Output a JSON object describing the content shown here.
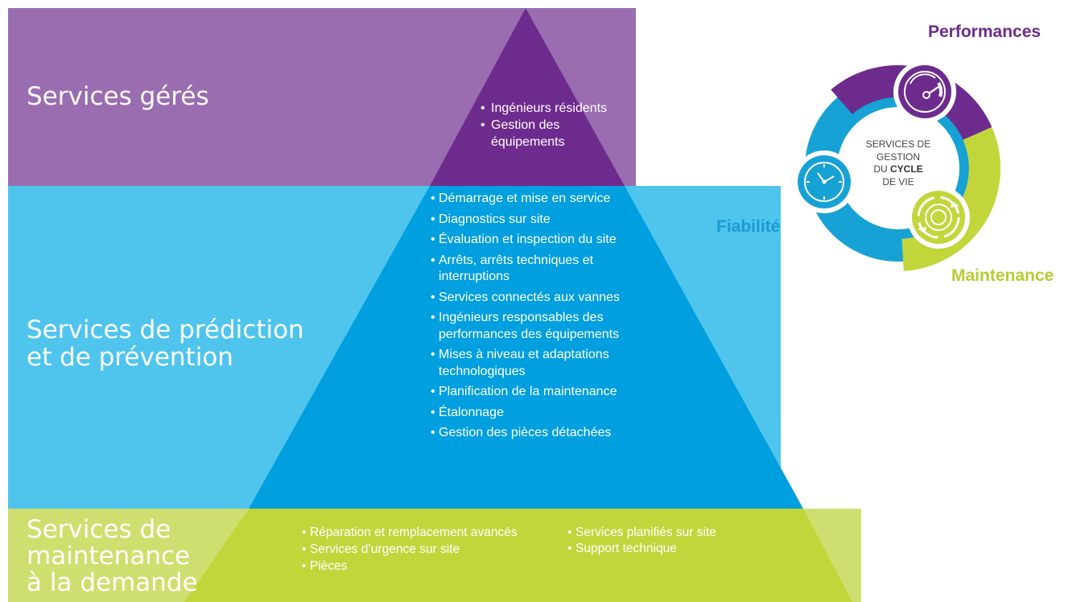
{
  "colors": {
    "purple_band": "#9a6db1",
    "purple_dark": "#6e2b8e",
    "blue_band": "#4fc5ee",
    "blue_dark": "#009fdf",
    "green_band": "#cfdf6f",
    "green_dark": "#c2d63c",
    "ring_blue": "#17a2d6",
    "label_performance": "#6e2b8e",
    "label_reliability": "#1a9bd4",
    "label_maintenance": "#b3cd32"
  },
  "tiers": {
    "managed": {
      "title": "Services gérés",
      "items": [
        "Ingénieurs résidents",
        "Gestion des équipements"
      ]
    },
    "predictive": {
      "title_line1": "Services de prédiction",
      "title_line2": "et de prévention",
      "items": [
        "Démarrage et mise en service",
        "Diagnostics sur site",
        "Évaluation et inspection du site",
        "Arrêts, arrêts techniques et interruptions",
        "Services connectés aux vannes",
        "Ingénieurs responsables des performances des équipements",
        "Mises à niveau et adaptations technologiques",
        "Planification de la maintenance",
        "Étalonnage",
        "Gestion des pièces détachées"
      ]
    },
    "on_demand": {
      "title_line1": "Services de",
      "title_line2": "maintenance",
      "title_line3": "à la demande",
      "items_left": [
        "Réparation et remplacement avancés",
        "Services d’urgence sur site",
        "Pièces"
      ],
      "items_right": [
        "Services planifiés sur site",
        "Support technique"
      ]
    }
  },
  "lifecycle": {
    "center_line1": "SERVICES DE",
    "center_line2": "GESTION",
    "center_line3_prefix": "DU",
    "center_line3_bold": "CYCLE",
    "center_line4": "DE VIE",
    "label_performance": "Performances",
    "label_reliability": "Fiabilité",
    "label_maintenance": "Maintenance",
    "icons": [
      "gauge-icon",
      "clock-icon",
      "cycle-arrows-icon"
    ]
  }
}
